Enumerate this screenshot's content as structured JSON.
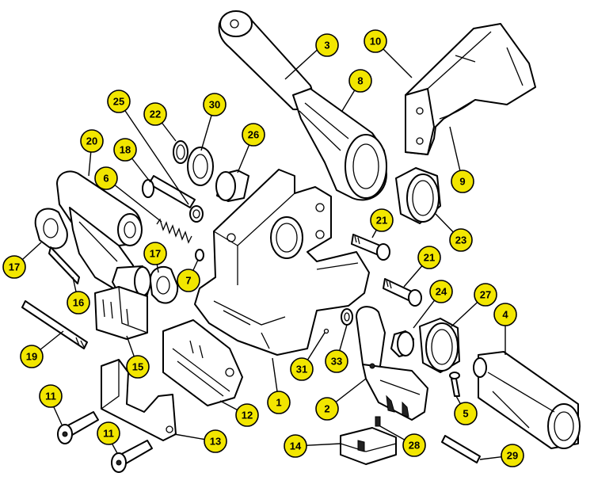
{
  "colors": {
    "callout_fill": "#f2e600",
    "line": "#000000",
    "background": "#ffffff"
  },
  "callouts": [
    {
      "id": "c3",
      "label": "3"
    },
    {
      "id": "c10",
      "label": "10"
    },
    {
      "id": "c8",
      "label": "8"
    },
    {
      "id": "c25",
      "label": "25"
    },
    {
      "id": "c22",
      "label": "22"
    },
    {
      "id": "c30",
      "label": "30"
    },
    {
      "id": "c26",
      "label": "26"
    },
    {
      "id": "c20",
      "label": "20"
    },
    {
      "id": "c18",
      "label": "18"
    },
    {
      "id": "c6",
      "label": "6"
    },
    {
      "id": "c9",
      "label": "9"
    },
    {
      "id": "c21a",
      "label": "21"
    },
    {
      "id": "c23",
      "label": "23"
    },
    {
      "id": "c21b",
      "label": "21"
    },
    {
      "id": "c17a",
      "label": "17"
    },
    {
      "id": "c17b",
      "label": "17"
    },
    {
      "id": "c7",
      "label": "7"
    },
    {
      "id": "c16",
      "label": "16"
    },
    {
      "id": "c24",
      "label": "24"
    },
    {
      "id": "c27",
      "label": "27"
    },
    {
      "id": "c4",
      "label": "4"
    },
    {
      "id": "c19",
      "label": "19"
    },
    {
      "id": "c15",
      "label": "15"
    },
    {
      "id": "c33",
      "label": "33"
    },
    {
      "id": "c31",
      "label": "31"
    },
    {
      "id": "c1",
      "label": "1"
    },
    {
      "id": "c2",
      "label": "2"
    },
    {
      "id": "c12",
      "label": "12"
    },
    {
      "id": "c5",
      "label": "5"
    },
    {
      "id": "c11a",
      "label": "11"
    },
    {
      "id": "c11b",
      "label": "11"
    },
    {
      "id": "c13",
      "label": "13"
    },
    {
      "id": "c14",
      "label": "14"
    },
    {
      "id": "c28",
      "label": "28"
    },
    {
      "id": "c29",
      "label": "29"
    }
  ]
}
